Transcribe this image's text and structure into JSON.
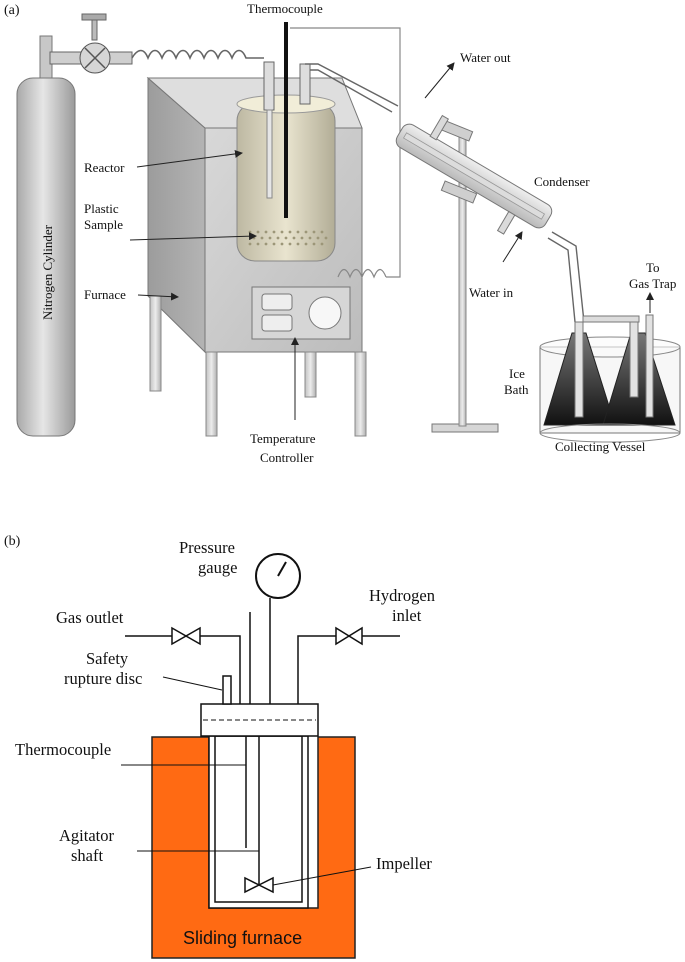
{
  "panel_a": {
    "label": "(a)",
    "thermocouple": "Thermocouple",
    "water_out": "Water out",
    "reactor": "Reactor",
    "condenser": "Condenser",
    "plastic_sample_line1": "Plastic",
    "plastic_sample_line2": "Sample",
    "nitrogen_cylinder": "Nitrogen Cylinder",
    "furnace": "Furnace",
    "water_in": "Water in",
    "to_gas_trap_line1": "To",
    "to_gas_trap_line2": "Gas Trap",
    "ice_bath_line1": "Ice",
    "ice_bath_line2": "Bath",
    "collecting_vessel": "Collecting Vessel",
    "temp_controller_line1": "Temperature",
    "temp_controller_line2": "Controller"
  },
  "panel_b": {
    "label": "(b)",
    "pressure_gauge_line1": "Pressure",
    "pressure_gauge_line2": "gauge",
    "gas_outlet": "Gas outlet",
    "hydrogen_inlet_line1": "Hydrogen",
    "hydrogen_inlet_line2": "inlet",
    "safety_disc_line1": "Safety",
    "safety_disc_line2": "rupture disc",
    "thermocouple": "Thermocouple",
    "agitator_line1": "Agitator",
    "agitator_line2": "shaft",
    "impeller": "Impeller",
    "sliding_furnace": "Sliding furnace"
  },
  "colors": {
    "furnace_orange": "#ff6a13",
    "metal_grey": "#c9c9c9",
    "outline": "#555555",
    "vessel_dark": "#222222"
  }
}
